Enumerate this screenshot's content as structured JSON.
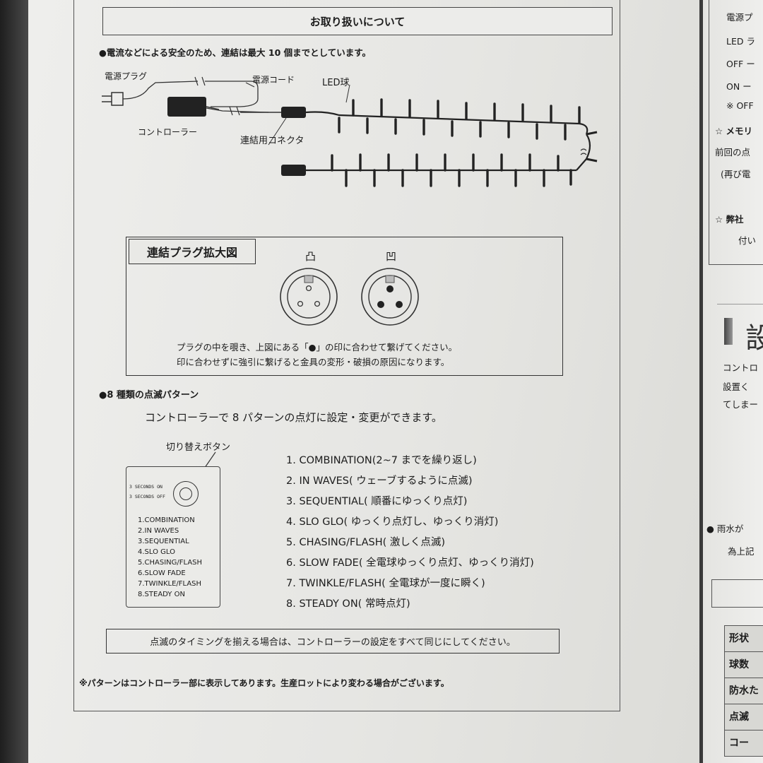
{
  "title": "お取り扱いについて",
  "connection_note": "●電流などによる安全のため、連結は最大 10 個までとしています。",
  "diagram": {
    "power_plug": "電源プラグ",
    "power_cord": "電源コード",
    "led_bulb": "LED球",
    "controller": "コントローラー",
    "connector": "連結用コネクタ"
  },
  "plug_zoom": {
    "title": "連結プラグ拡大図",
    "male_symbol": "凸",
    "female_symbol": "凹",
    "note_line1": "プラグの中を覗き、上図にある「●」の印に合わせて繋げてください。",
    "note_line2": "印に合わせずに強引に繋げると金具の変形・破損の原因になります。"
  },
  "patterns_heading": "●8 種類の点滅パターン",
  "patterns_intro": "コントローラーで 8 パターンの点灯に設定・変更ができます。",
  "switch_label": "切り替えボタン",
  "controller_panel": {
    "on_label": "3 SECONDS ON",
    "off_label": "3 SECONDS OFF",
    "modes": [
      "1.COMBINATION",
      "2.IN WAVES",
      "3.SEQUENTIAL",
      "4.SLO GLO",
      "5.CHASING/FLASH",
      "6.SLOW FADE",
      "7.TWINKLE/FLASH",
      "8.STEADY ON"
    ]
  },
  "patterns": [
    "1. COMBINATION(2~7 までを繰り返し)",
    "2. IN WAVES( ウェーブするように点滅)",
    "3. SEQUENTIAL( 順番にゆっくり点灯)",
    "4. SLO GLO( ゆっくり点灯し、ゆっくり消灯)",
    "5. CHASING/FLASH( 激しく点滅)",
    "6. SLOW FADE( 全電球ゆっくり点灯、ゆっくり消灯)",
    "7. TWINKLE/FLASH( 全電球が一度に瞬く)",
    "8. STEADY ON( 常時点灯)"
  ],
  "timing_note": "点滅のタイミングを揃える場合は、コントローラーの設定をすべて同じにしてください。",
  "footnote": "※パターンはコントローラー部に表示してあります。生産ロットにより変わる場合がございます。",
  "right_page": {
    "lines": [
      "電源プ",
      "LED ラ",
      "OFF ー",
      "ON ー",
      "※ OFF"
    ],
    "memo": "☆ メモリ",
    "memo_line1": "前回の点",
    "memo_line2": "(再び電",
    "company": "☆ 弊社",
    "company_line2": "付い",
    "heading": "設",
    "body": [
      "コントロ",
      "設置く",
      "てしまー"
    ],
    "rain": "● 雨水が",
    "rain2": "為上記",
    "table": [
      "形状",
      "球数",
      "防水た",
      "点滅",
      "コー"
    ]
  }
}
